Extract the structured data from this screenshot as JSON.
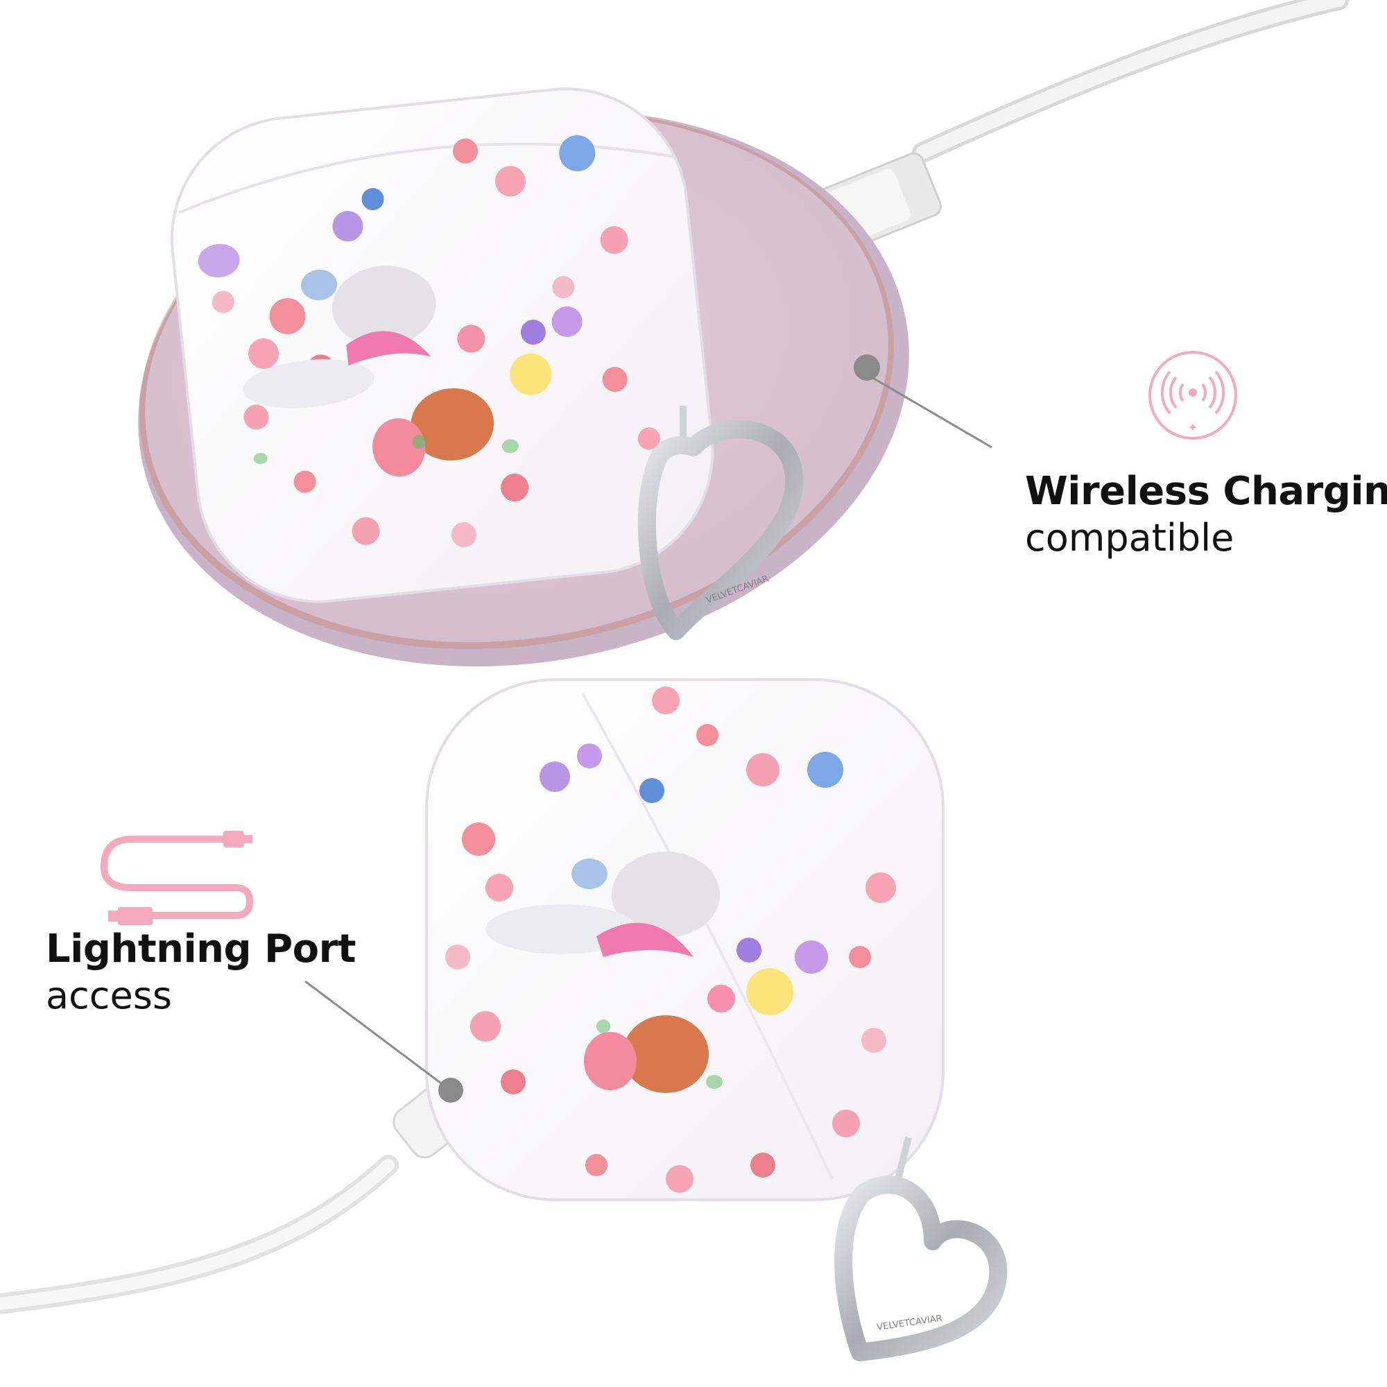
{
  "features": {
    "wireless": {
      "title": "Wireless Charging",
      "subtitle": "compatible",
      "icon": "wireless-charging-icon"
    },
    "lightning": {
      "title": "Lightning Port",
      "subtitle": "access",
      "icon": "cable-icon"
    }
  },
  "brand": {
    "engraving": "VELVETCAVIAR"
  },
  "colors": {
    "accent_pink": "#f4a9bd",
    "charging_pad": "#dcc5d1",
    "pad_rim": "#c9b3c6",
    "pointer_line": "#8c8c8c",
    "clip_silver": "#b8bcc2",
    "text": "#111111"
  }
}
